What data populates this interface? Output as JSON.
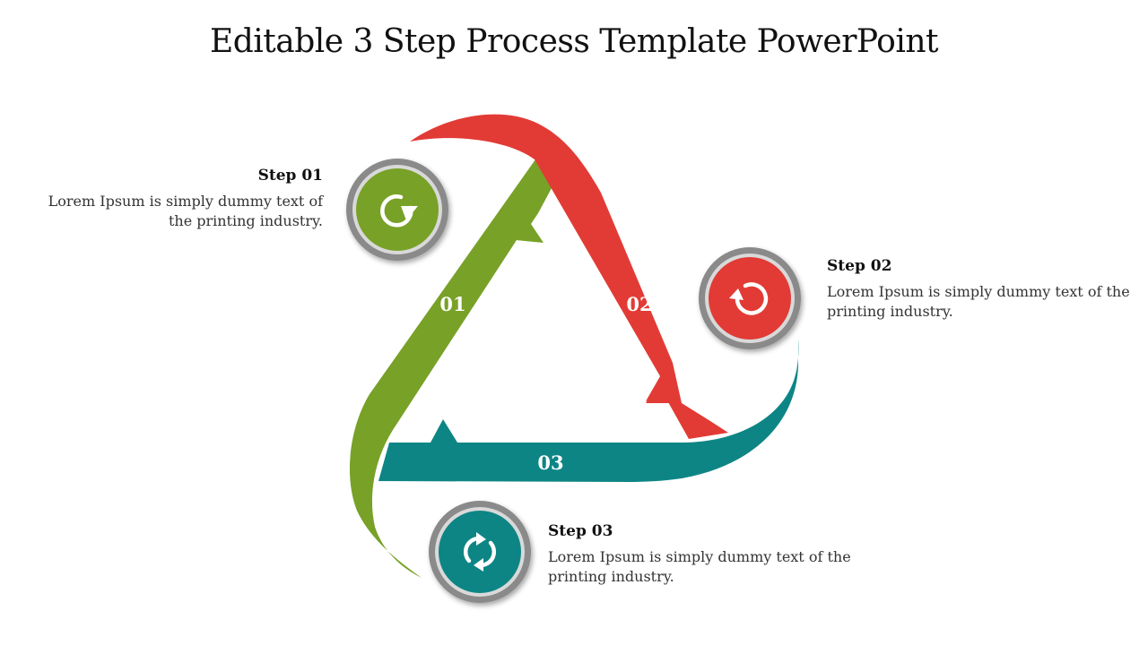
{
  "title": "Editable 3 Step Process Template PowerPoint",
  "colors": {
    "green": "#78A127",
    "red": "#E23B35",
    "teal": "#0E8585",
    "ring": "#8A8A8A"
  },
  "steps": [
    {
      "number": "01",
      "heading": "Step 01",
      "desc": "Lorem Ipsum is simply dummy text of the printing industry.",
      "icon": "rotate-clockwise-icon"
    },
    {
      "number": "02",
      "heading": "Step 02",
      "desc": "Lorem Ipsum is simply dummy text of the printing industry.",
      "icon": "rotate-counterclockwise-icon"
    },
    {
      "number": "03",
      "heading": "Step 03",
      "desc": "Lorem Ipsum is simply dummy text of the printing industry.",
      "icon": "sync-arrows-icon"
    }
  ]
}
